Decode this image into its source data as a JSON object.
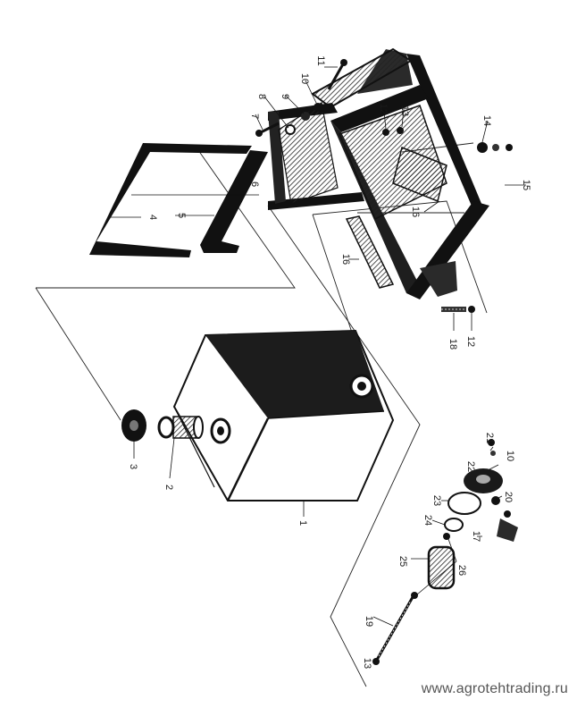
{
  "diagram": {
    "part_labels": {
      "p1": "1",
      "p2": "2",
      "p3": "3",
      "p4": "4",
      "p5": "5",
      "p6": "6",
      "p7": "7",
      "p8": "8",
      "p9": "9",
      "p10a": "10",
      "p10b": "10",
      "p11": "11",
      "p12a": "12",
      "p12b": "12",
      "p13a": "13",
      "p13b": "13",
      "p14": "14",
      "p15": "15",
      "p16a": "16",
      "p16b": "16",
      "p17": "17",
      "p18": "18",
      "p19": "19",
      "p20": "20",
      "p21": "21",
      "p22": "22",
      "p23": "23",
      "p24": "24",
      "p25": "25",
      "p26": "26"
    }
  },
  "watermark": {
    "text": "www.agrotehtrading.ru"
  },
  "colors": {
    "ink": "#1a1a1a",
    "shade": "#3a3a3a",
    "paper": "#ffffff"
  }
}
